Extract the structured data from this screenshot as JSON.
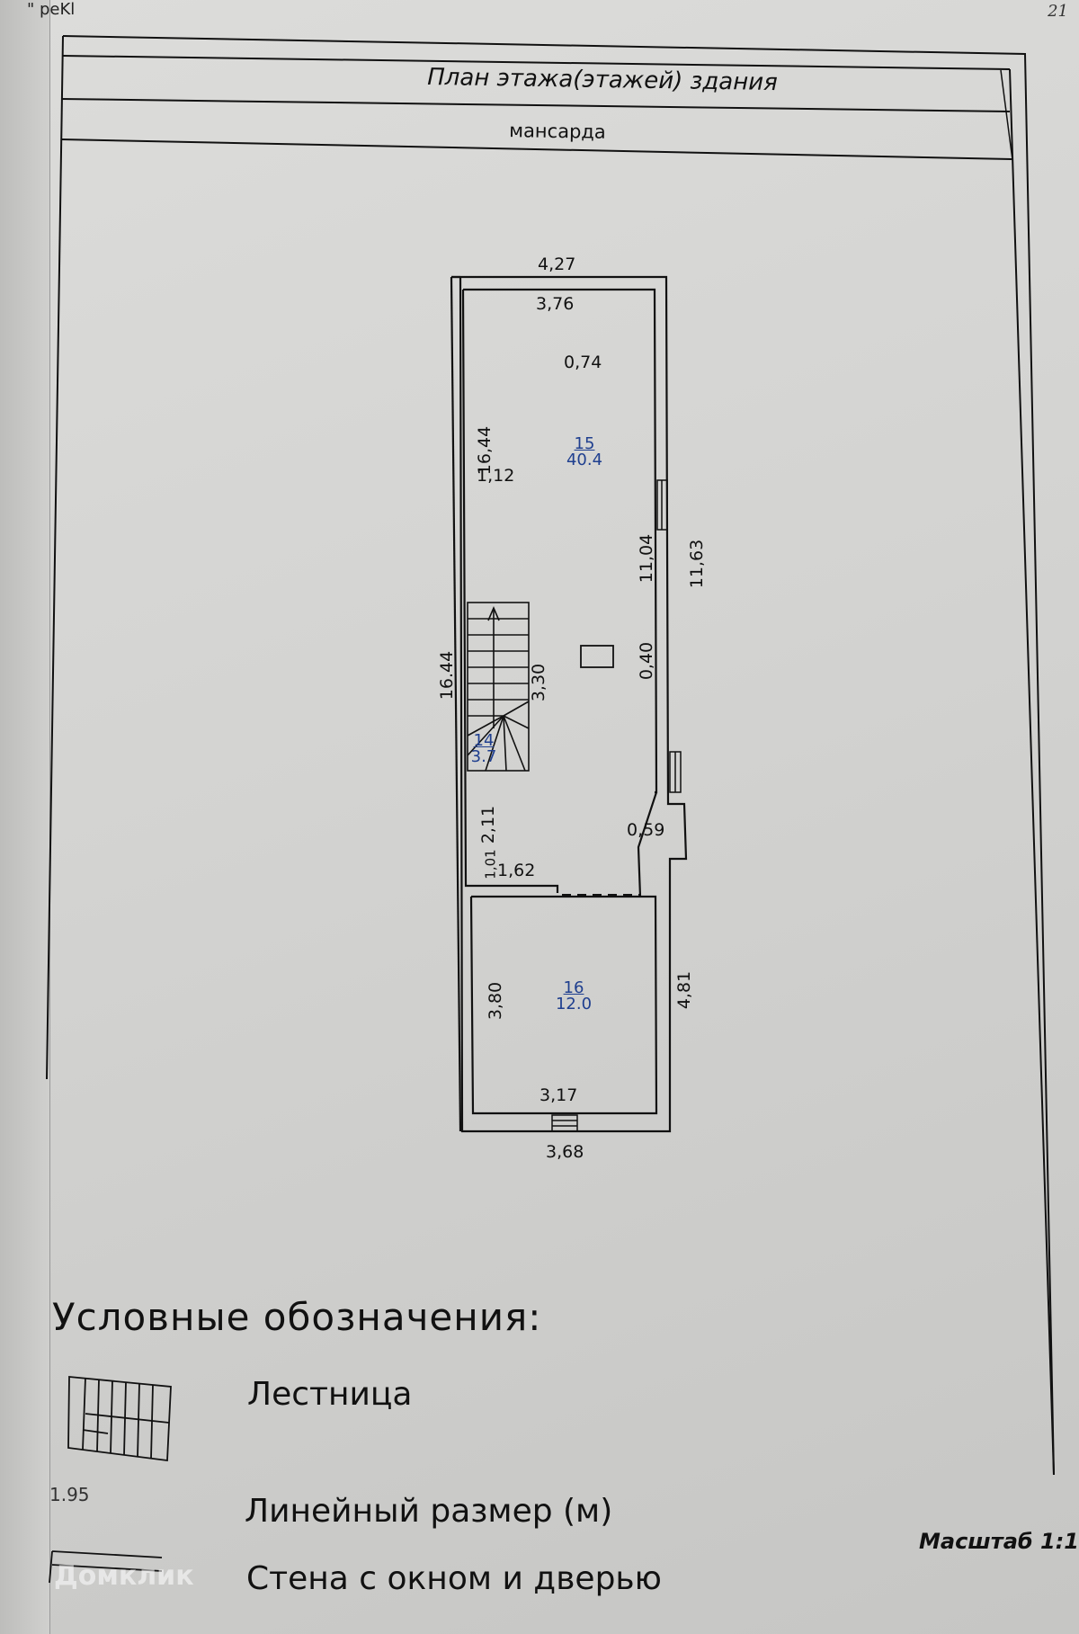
{
  "header": {
    "corner_text": "\" peKl",
    "page_number": "21",
    "title": "План этажа(этажей) здания",
    "subtitle": "мансарда"
  },
  "plan": {
    "dimensions": {
      "top_outer": "4,27",
      "top_inner": "3,76",
      "upper_label": "0,74",
      "left_inner_top": "16,44",
      "left_inner_small": "1,12",
      "right_inner": "11,04",
      "right_outer": "11,63",
      "left_outer": "16.44",
      "stair_len": "3,30",
      "right_mid": "0,40",
      "left_lower": "2,11",
      "step_right": "0,59",
      "small_v": "1,01",
      "partition": "1,62",
      "lower_left": "3,80",
      "lower_right_outer": "4,81",
      "bottom_inner": "3,17",
      "bottom_outer": "3,68"
    },
    "rooms": [
      {
        "number": "15",
        "area": "40.4"
      },
      {
        "number": "14",
        "area": "3.7"
      },
      {
        "number": "16",
        "area": "12.0"
      }
    ]
  },
  "legend": {
    "heading": "Условные обозначения:",
    "stair_label": "Лестница",
    "dimension_value": "1.95",
    "dimension_label": "Линейный размер (м)",
    "wall_label": "Стена с окном и дверью",
    "scale": "Масштаб 1:1"
  },
  "watermark": "Домклик"
}
